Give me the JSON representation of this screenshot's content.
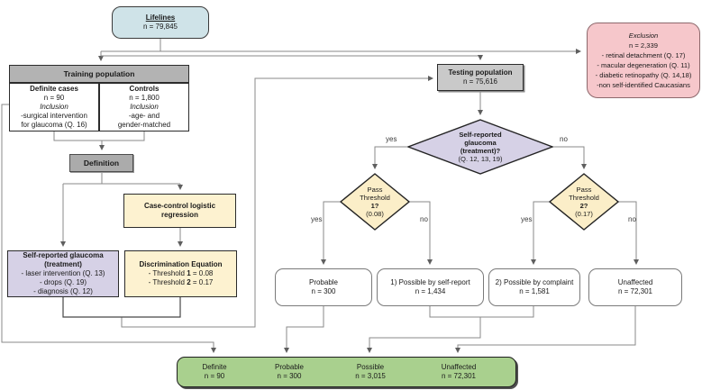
{
  "nodes": {
    "lifelines": {
      "title": "Lifelines",
      "n": "n = 79,845"
    },
    "exclusion": {
      "title": "Exclusion",
      "n": "n = 2,339",
      "items": [
        "- retinal detachment (Q. 17)",
        "- macular degeneration (Q. 11)",
        "- diabetic retinopathy (Q. 14,18)",
        "-non self-identified Caucasians"
      ]
    },
    "training": {
      "header": "Training population",
      "definite": {
        "title": "Definite cases",
        "n": "n = 90",
        "inclusion_label": "Inclusion",
        "lines": [
          "-surgical intervention",
          "for glaucoma (Q. 16)"
        ]
      },
      "controls": {
        "title": "Controls",
        "n": "n = 1,800",
        "inclusion_label": "Inclusion",
        "lines": [
          "-age- and",
          "gender-matched"
        ]
      }
    },
    "definition": {
      "label": "Definition"
    },
    "regression": {
      "line1": "Case-control logistic",
      "line2": "regression"
    },
    "self_reported": {
      "title1": "Self-reported glaucoma",
      "title2": "(treatment)",
      "items": [
        "- laser intervention (Q. 13)",
        "- drops (Q. 19)",
        "- diagnosis (Q. 12)"
      ]
    },
    "discrimination": {
      "title": "Discrimination Equation",
      "t1": {
        "pre": "- Threshold ",
        "num": "1",
        "post": " = 0.08"
      },
      "t2": {
        "pre": "- Threshold ",
        "num": "2",
        "post": " = 0.17"
      }
    },
    "testing": {
      "title": "Testing population",
      "n": "n = 75,616"
    },
    "diamond_main": {
      "line1": "Self-reported",
      "line2": "glaucoma",
      "line3": "(treatment)?",
      "line4": "(Q. 12, 13, 19)"
    },
    "diamond_t1": {
      "line1": "Pass",
      "line2": "Threshold",
      "num": "1?",
      "value": "(0.08)"
    },
    "diamond_t2": {
      "line1": "Pass",
      "line2": "Threshold",
      "num": "2?",
      "value": "(0.17)"
    },
    "outcomes": {
      "probable": {
        "title": "Probable",
        "n": "n = 300"
      },
      "possible_self": {
        "title": "1) Possible by self-report",
        "n": "n = 1,434"
      },
      "possible_complaint": {
        "title": "2) Possible by complaint",
        "n": "n = 1,581"
      },
      "unaffected": {
        "title": "Unaffected",
        "n": "n = 72,301"
      }
    },
    "final": {
      "cells": [
        {
          "title": "Definite",
          "n": "n = 90"
        },
        {
          "title": "Probable",
          "n": "n = 300"
        },
        {
          "title": "Possible",
          "n": "n = 3,015"
        },
        {
          "title": "Unaffected",
          "n": "n = 72,301"
        }
      ]
    }
  },
  "edge_labels": {
    "main_yes": "yes",
    "main_no": "no",
    "t1_yes": "yes",
    "t1_no": "no",
    "t2_yes": "yes",
    "t2_no": "no"
  },
  "colors": {
    "blue": "#cfe3e8",
    "pink": "#f6c7cb",
    "gray": "#b3b3b3",
    "cream": "#fdf2d0",
    "purple": "#d6d1e6",
    "green": "#a9d08e",
    "white": "#ffffff",
    "line": "#8a8a8a"
  }
}
